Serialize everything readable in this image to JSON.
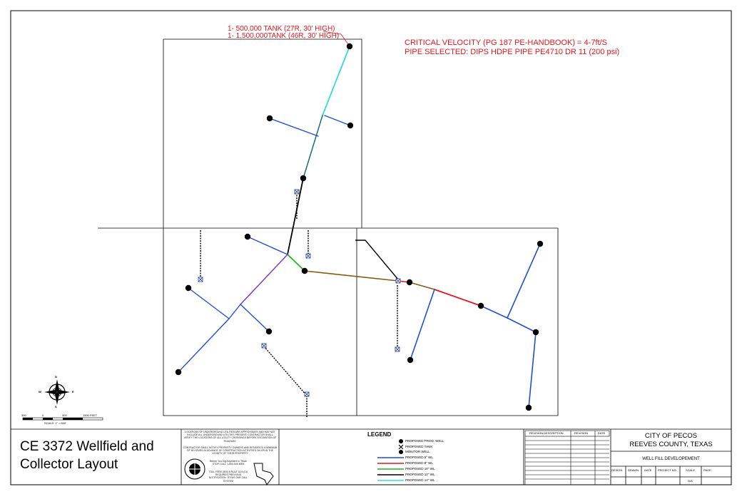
{
  "tank_note": {
    "line1": "1- 500,000 TANK (27R, 30' HIGH)",
    "line2": "1- 1,500,000TANK (46R, 30' HIGH)"
  },
  "velocity_note": {
    "line1": "CRITICAL VELOCITY (PG 187 PE-HANDBOOK) = 4-7ft/S",
    "line2": "PIPE SELECTED: DIPS HDPE PIPE PE4710 DR 11 (200 psi)"
  },
  "title_block": {
    "project_title_line1": "CE 3372 Wellfield and",
    "project_title_line2": "Collector Layout",
    "city_line1": "CITY OF PECOS",
    "city_line2": "REEVES COUNTY,  TEXAS",
    "sheet_name": "WELL FILL DEVELOPEMENT",
    "revision_headers": [
      "REVISION DESCRIPTION",
      "REVISION",
      "DATE"
    ],
    "bottom_headers": [
      "DESIGN",
      "DRAWN",
      "DATE",
      "PROJECT NO.",
      "SCALE",
      "PAGE:"
    ],
    "scale_value": "N/A",
    "utility_note_1": "LOCATIONS OF UNDERGROUND UTILITIES ARE APPROXIMATE AND MAY NOT INCLUDE ALL UNDERGROUND UTILITIES PRESENT. CONTRACTOR SHALL VERIFY THE LOCATIONS OF ALL UTILITY CROSSINGS BEFORE EXCAVATION OF ROADWAY.",
    "utility_note_2": "CONTRACTOR SHALL NOTIFY PROPERTY OWNERS AND RESIDENTS A MINIMUM OF 48 HOURS IN ADVANCE OF CONSTRUCTION ACTIVITIES ON OR IN THE VICINITY OF THEIR PROPERTY",
    "dig_note_1": "Before You Dig Anywhere in Texas STOP! CALL 1-800-545-6005",
    "dig_note_2": "TOLL FREE (800) 8 RULE 16.8 (01) REQUIRES PREVIOUS NOTIFICATION. TEXAS ONE CALL SYSTEM"
  },
  "legend": {
    "title": "LEGEND",
    "symbols": [
      {
        "label": "PROPOSED PROD. WELL",
        "icon": "well-dot-icon"
      },
      {
        "label": "PROPOSED TANK",
        "icon": "tank-x-icon"
      },
      {
        "label": "MONITOR WELL",
        "icon": "monitor-well-icon"
      }
    ],
    "lines": [
      {
        "label": "PROPOSED 6\" WL",
        "color": "#1f4fd6"
      },
      {
        "label": "PROPOSED 8\" WL",
        "color": "#e8141b"
      },
      {
        "label": "PROPOSED 10\" WL",
        "color": "#22b522"
      },
      {
        "label": "PROPOSED 12\" WL",
        "color": "#000000"
      },
      {
        "label": "PROPOSED 14\" WL",
        "color": "#34d8e0"
      }
    ]
  },
  "north_arrow": {
    "n": "N",
    "s": "S",
    "e": "E",
    "w": "W"
  },
  "scale_bar": {
    "labels": [
      "300",
      "0",
      "300",
      "1500 FEET"
    ],
    "caption": "SCALE: 1\" = 600'"
  },
  "colors": {
    "pipe_6": "#1f4fd6",
    "pipe_8": "#e8141b",
    "pipe_10": "#22b522",
    "pipe_12": "#000000",
    "pipe_14": "#34d8e0",
    "pipe_brown": "#8a5a14",
    "pipe_purple": "#7a2fd0",
    "pipe_teal": "#0d6b66",
    "label_red": "#e8141b",
    "label_teal": "#2a8f8f"
  }
}
